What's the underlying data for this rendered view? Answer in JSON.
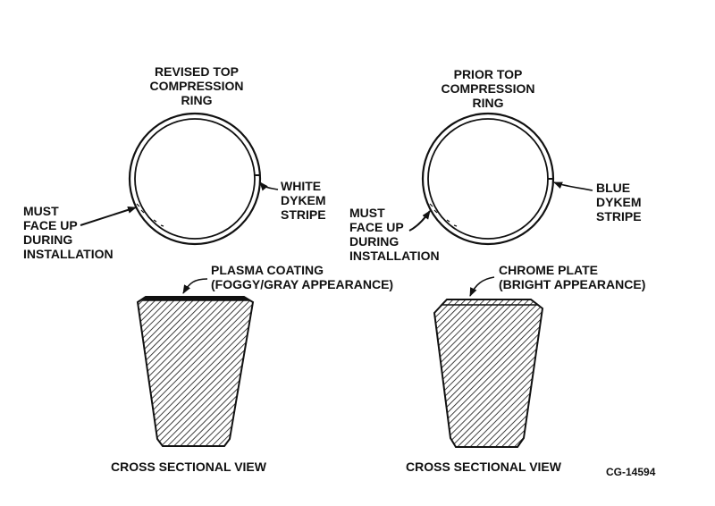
{
  "figure_id": "CG-14594",
  "left": {
    "title_lines": [
      "REVISED TOP",
      "COMPRESSION",
      "RING"
    ],
    "stripe_lines": [
      "WHITE",
      "DYKEM",
      "STRIPE"
    ],
    "face_up_lines": [
      "MUST",
      "FACE UP",
      "DURING",
      "INSTALLATION"
    ],
    "coating_lines": [
      "PLASMA COATING",
      "(FOGGY/GRAY APPEARANCE)"
    ],
    "caption": "CROSS SECTIONAL VIEW"
  },
  "right": {
    "title_lines": [
      "PRIOR TOP",
      "COMPRESSION",
      "RING"
    ],
    "stripe_lines": [
      "BLUE",
      "DYKEM",
      "STRIPE"
    ],
    "face_up_lines": [
      "MUST",
      "FACE UP",
      "DURING",
      "INSTALLATION"
    ],
    "coating_lines": [
      "CHROME PLATE",
      "(BRIGHT APPEARANCE)"
    ],
    "caption": "CROSS SECTIONAL VIEW"
  },
  "colors": {
    "ink": "#111111",
    "background": "#ffffff"
  }
}
